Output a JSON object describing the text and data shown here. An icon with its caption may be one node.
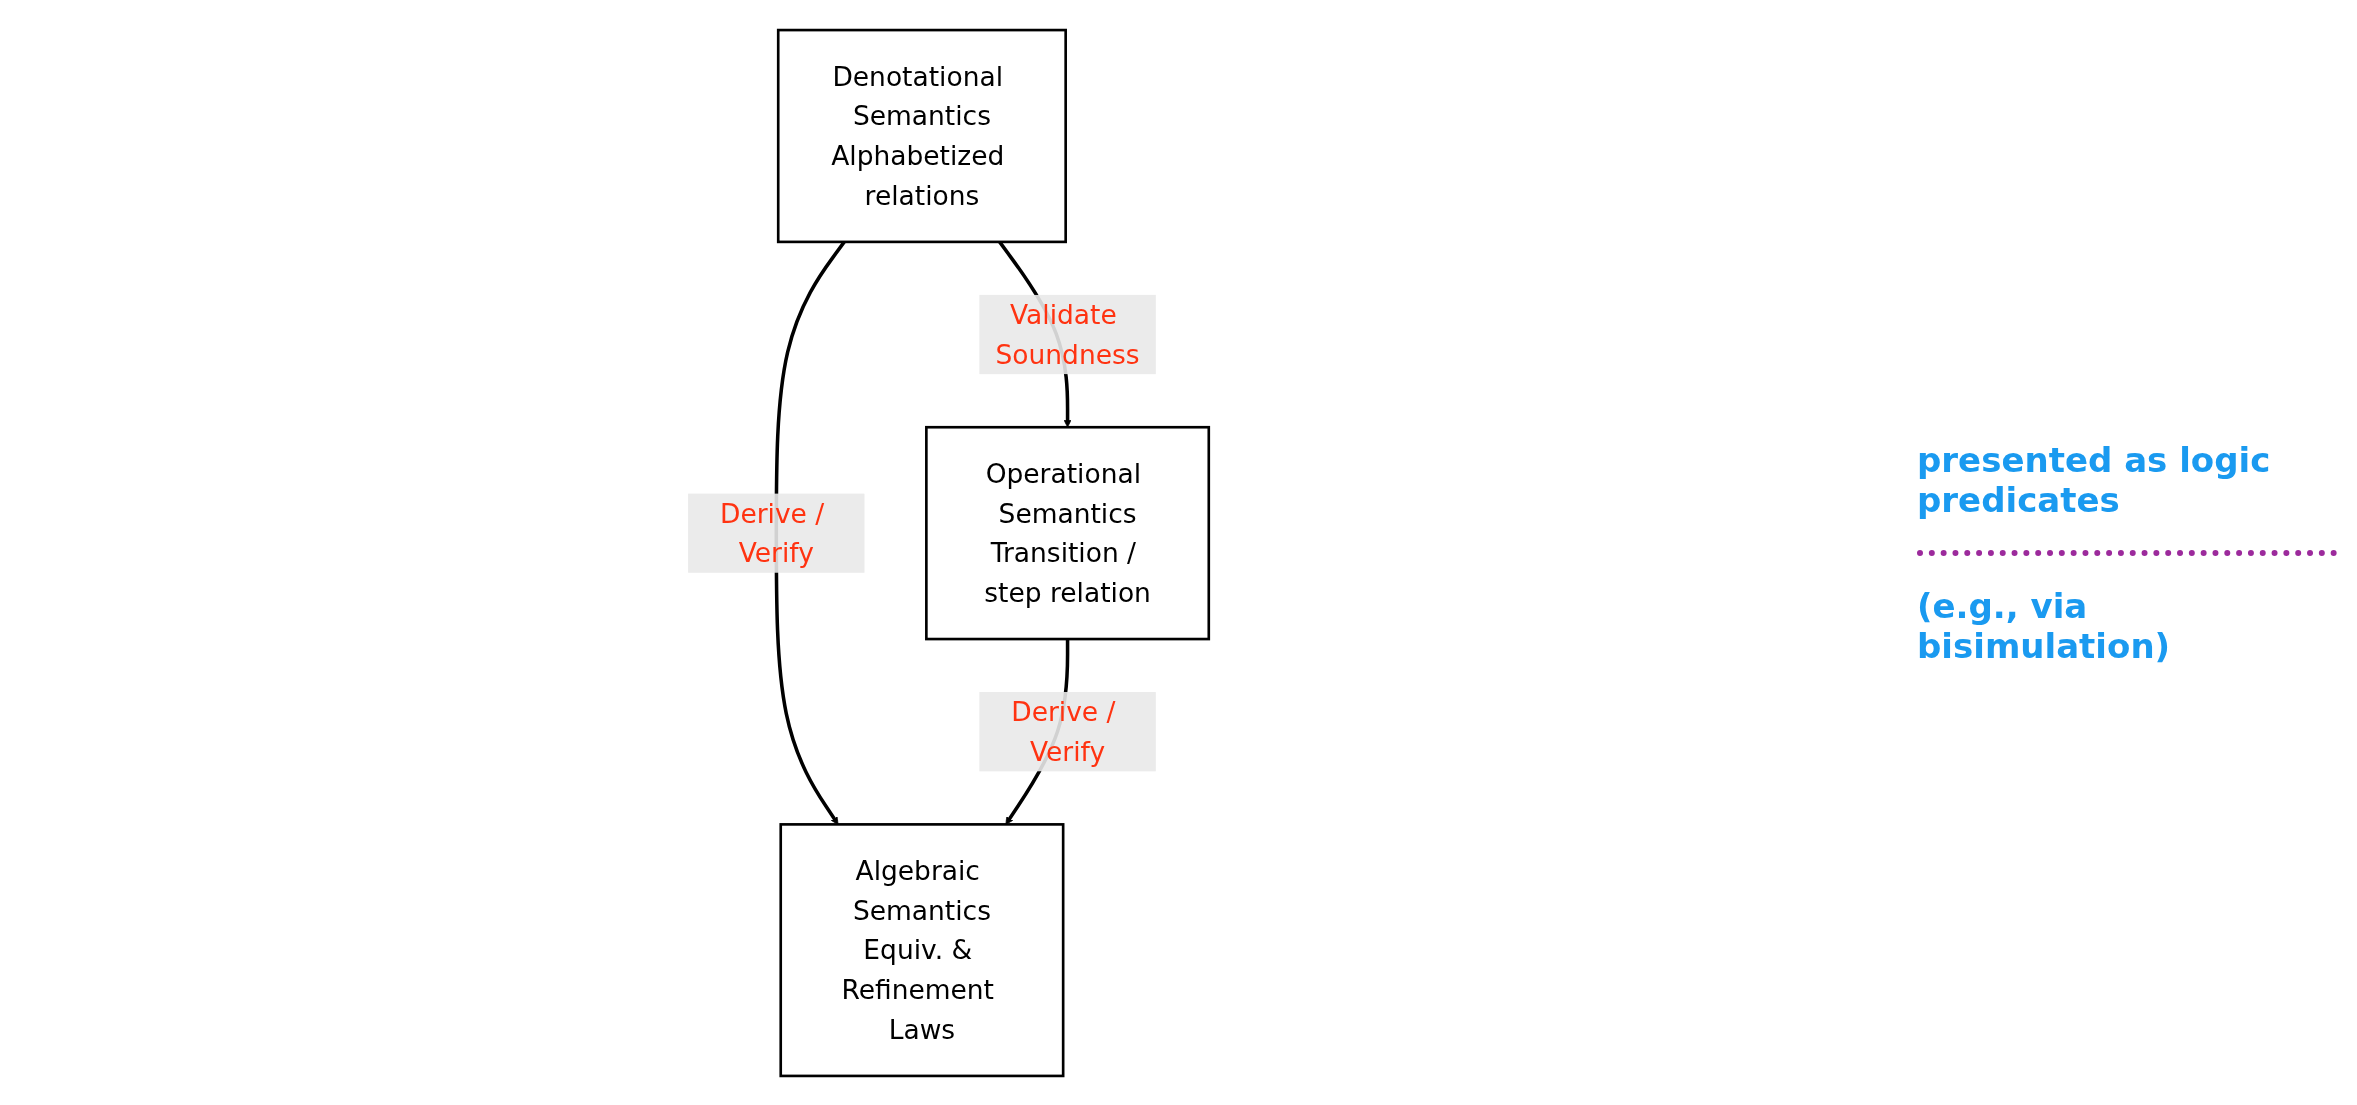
{
  "diagram": {
    "nodes": [
      {
        "text": [
          "Denotational Semantics",
          "Alphabetized relations"
        ]
      },
      {
        "text": [
          "Algebraic Semantics",
          "Equiv. & Refinement Laws"
        ]
      },
      {
        "text": [
          "Operational Semantics",
          "Transition / step relation"
        ]
      }
    ],
    "edges": [
      {
        "from": 0,
        "to": 1,
        "arrow": "to",
        "label": "Derive / Verify"
      },
      {
        "from": 0,
        "to": 2,
        "arrow": "to",
        "label": "Validate Soundness"
      },
      {
        "from": 2,
        "to": 1,
        "arrow": "to",
        "label": "Derive / Verify"
      }
    ],
    "labels": [
      "presented as logic predicates",
      "(e.g., via bisimulation)"
    ]
  }
}
